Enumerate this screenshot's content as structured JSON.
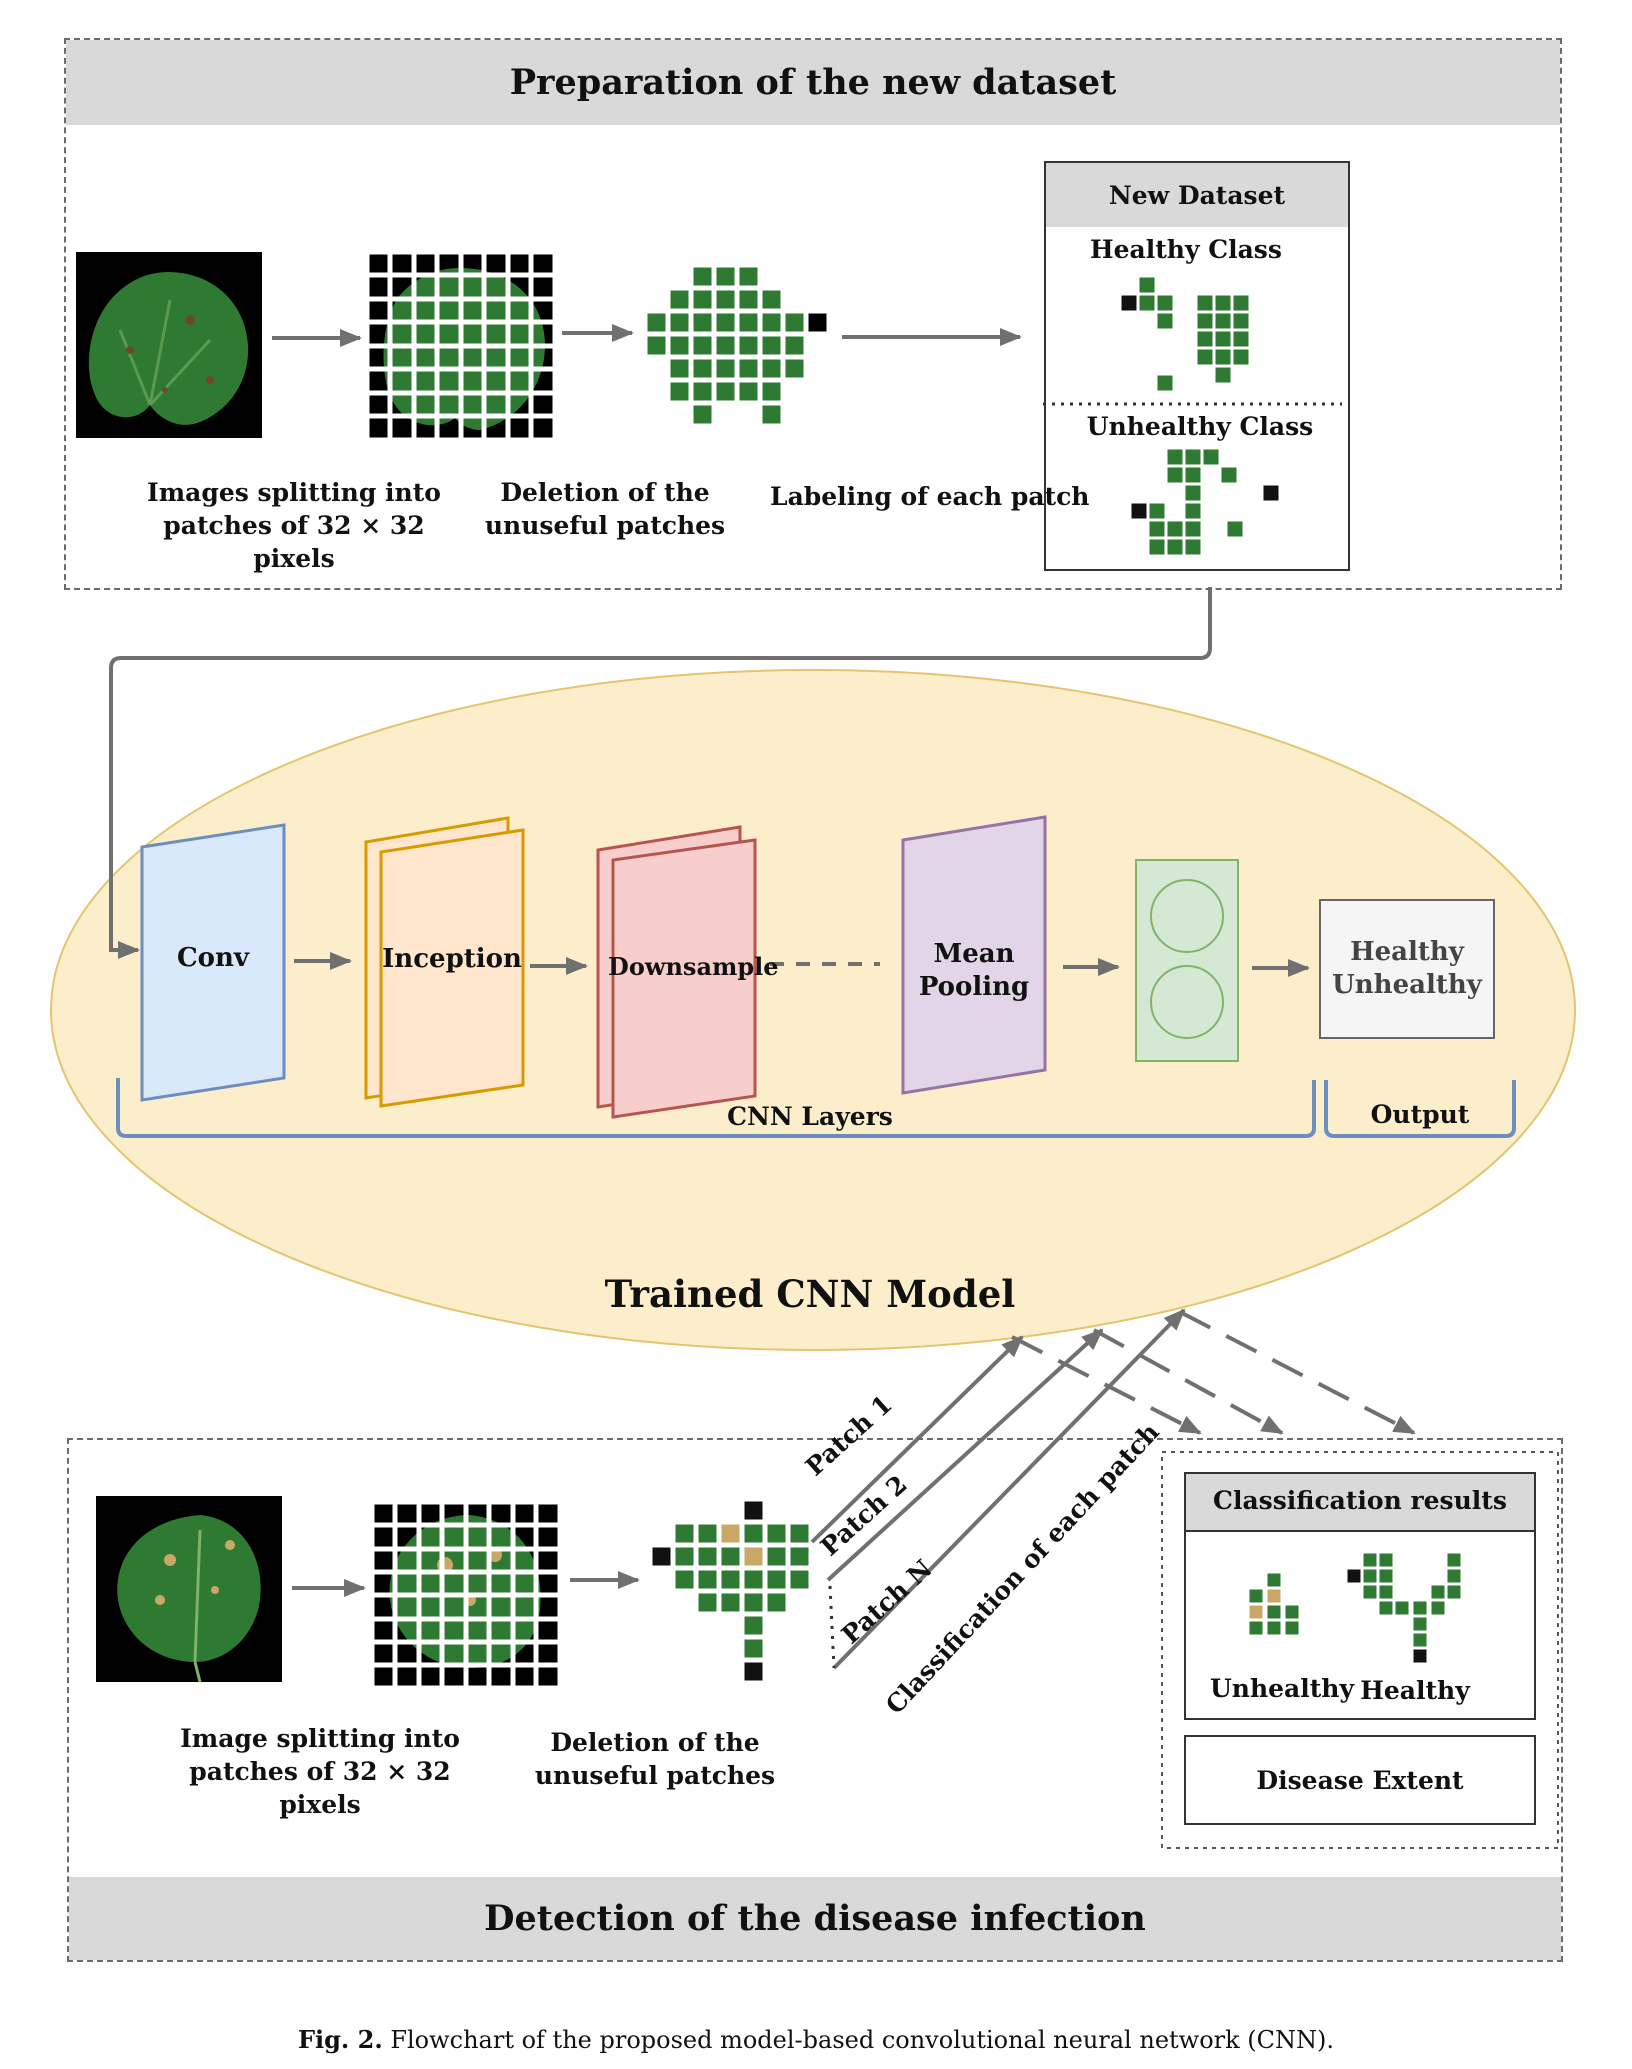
{
  "top": {
    "title": "Preparation of the new dataset",
    "captions": {
      "split": "Images splitting into patches of 32 × 32 pixels",
      "delete": "Deletion of the unuseful patches",
      "label": "Labeling of each patch"
    },
    "dataset": {
      "title": "New Dataset",
      "healthy": "Healthy Class",
      "unhealthy": "Unhealthy Class"
    }
  },
  "model": {
    "title": "Trained CNN Model",
    "layers": {
      "conv": "Conv",
      "inception": "Inception",
      "downsample": "Downsample",
      "pooling_line1": "Mean",
      "pooling_line2": "Pooling"
    },
    "output_box": {
      "line1": "Healthy",
      "line2": "Unhealthy"
    },
    "cnn_layers_label": "CNN Layers",
    "output_label": "Output"
  },
  "bottom": {
    "title": "Detection of the disease infection",
    "captions": {
      "split": "Image splitting into patches of 32 × 32 pixels",
      "delete": "Deletion of the unuseful patches"
    },
    "patches": {
      "p1": "Patch 1",
      "p2": "Patch 2",
      "pn": "Patch N"
    },
    "classification_label": "Classification of each patch",
    "results": {
      "title": "Classification results",
      "unhealthy": "Unhealthy",
      "healthy": "Healthy",
      "extent": "Disease Extent"
    }
  },
  "figure": {
    "label": "Fig. 2.",
    "caption": "Flowchart of the proposed model-based convolutional neural network (CNN)."
  },
  "colors": {
    "banner": "#d9d9d9",
    "ellipse": "#fdeecb",
    "conv": "#dae8fc",
    "inception": "#ffe6cc",
    "downsample": "#f8cecc",
    "pooling": "#e1d5e7",
    "dense": "#d5e8d4",
    "brace": "#6c8ebf",
    "leaf": "#2f7a33",
    "leaf_dark": "#1f5423",
    "disease": "#c9a866"
  }
}
